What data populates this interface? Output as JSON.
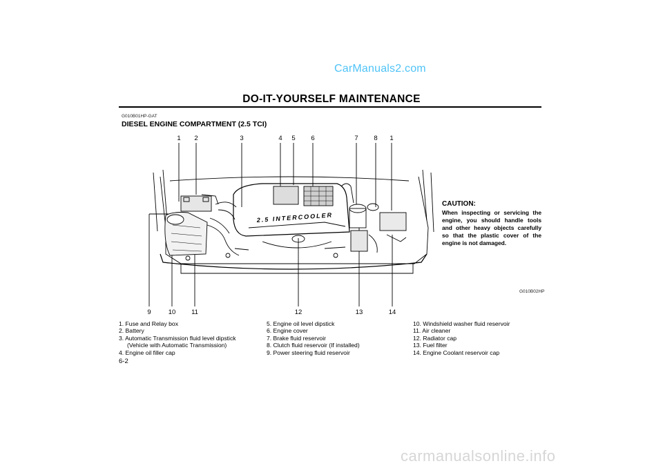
{
  "watermark_top": "CarManuals2.com",
  "header": "DO-IT-YOURSELF MAINTENANCE",
  "section_code": "G010B01HP-GAT",
  "section_title": "DIESEL ENGINE COMPARTMENT (2.5 TCI)",
  "figure": {
    "engine_cover_text": "2.5 INTERCOOLER",
    "image_code": "G010B02HP",
    "top_callouts": [
      "1",
      "2",
      "3",
      "4",
      "5",
      "6",
      "7",
      "8",
      "1"
    ],
    "bottom_callouts": [
      "9",
      "10",
      "11",
      "12",
      "13",
      "14"
    ]
  },
  "caution": {
    "title": "CAUTION:",
    "body": "When inspecting or servicing the engine, you should handle tools and other heavy objects carefully so that the plastic cover of the engine is not damaged."
  },
  "list_col1": [
    "1.  Fuse and Relay box",
    "2.  Battery",
    "3.  Automatic Transmission fluid level dipstick",
    "(Vehicle with Automatic Transmission)",
    "4.  Engine oil filler cap"
  ],
  "list_col2": [
    "5.  Engine oil level dipstick",
    "6.  Engine cover",
    "7.  Brake fluid reservoir",
    "8.  Clutch fluid reservoir (If installed)",
    "9.  Power steering fluid reservoir"
  ],
  "list_col3": [
    "10. Windshield washer fluid reservoir",
    "11.  Air cleaner",
    "12.  Radiator cap",
    "13.  Fuel filter",
    "14.  Engine Coolant reservoir cap"
  ],
  "page_number": "6-2",
  "watermark_bottom": "carmanualsonline.info"
}
